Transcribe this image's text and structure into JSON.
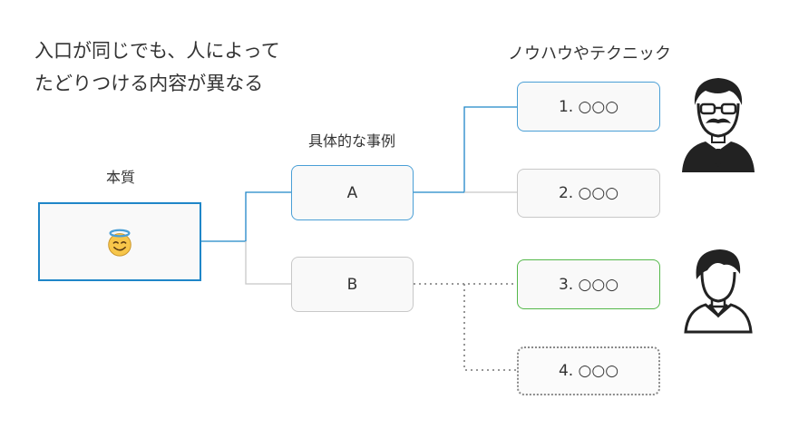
{
  "heading": {
    "line1": "入口が同じでも、人によって",
    "line2": "たどりつける内容が異なる"
  },
  "labels": {
    "essence": "本質",
    "cases": "具体的な事例",
    "techniques": "ノウハウやテクニック"
  },
  "essence_box": {
    "icon": "smiling-face-with-halo-icon"
  },
  "cases": [
    {
      "label": "A"
    },
    {
      "label": "B"
    }
  ],
  "techniques": [
    {
      "label": "1. ○○○"
    },
    {
      "label": "2. ○○○"
    },
    {
      "label": "3. ○○○"
    },
    {
      "label": "4. ○○○"
    }
  ],
  "people": [
    {
      "icon": "man-with-glasses-and-mustache-icon"
    },
    {
      "icon": "person-silhouette-icon"
    }
  ],
  "colors": {
    "blue": "#1f86c8",
    "light_blue": "#4a9fd6",
    "gray": "#c8c8c8",
    "green": "#54b84a",
    "dotted": "#8a8a8a"
  }
}
